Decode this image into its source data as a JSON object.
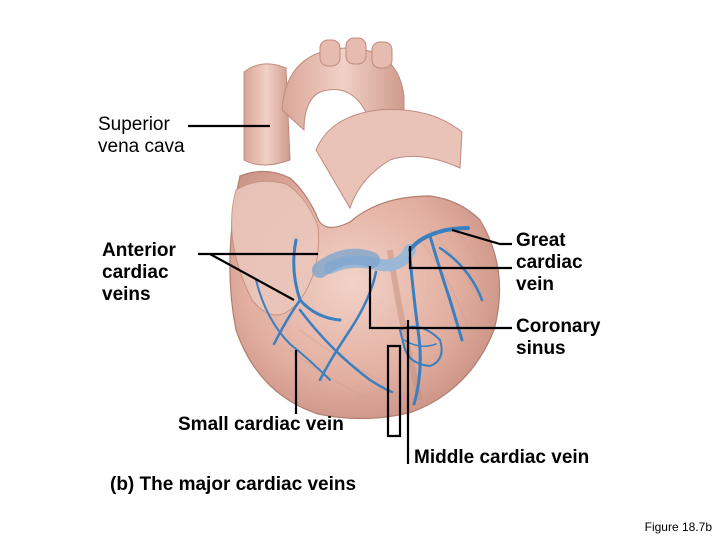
{
  "caption": "(b) The major cardiac veins",
  "figure_number": "Figure 18.7b",
  "labels": {
    "superior_vena_cava": [
      "Superior",
      "vena cava"
    ],
    "anterior_cardiac_veins": [
      "Anterior",
      "cardiac",
      "veins"
    ],
    "great_cardiac_vein": [
      "Great",
      "cardiac",
      "vein"
    ],
    "coronary_sinus": [
      "Coronary",
      "sinus"
    ],
    "small_cardiac_vein": "Small cardiac vein",
    "middle_cardiac_vein": "Middle cardiac vein"
  },
  "colors": {
    "heart_tissue": "#e6b8aa",
    "heart_shadow": "#c99486",
    "heart_highlight": "#f3d6cc",
    "vein_blue": "#3a7fbf",
    "leader_line": "#000000"
  }
}
